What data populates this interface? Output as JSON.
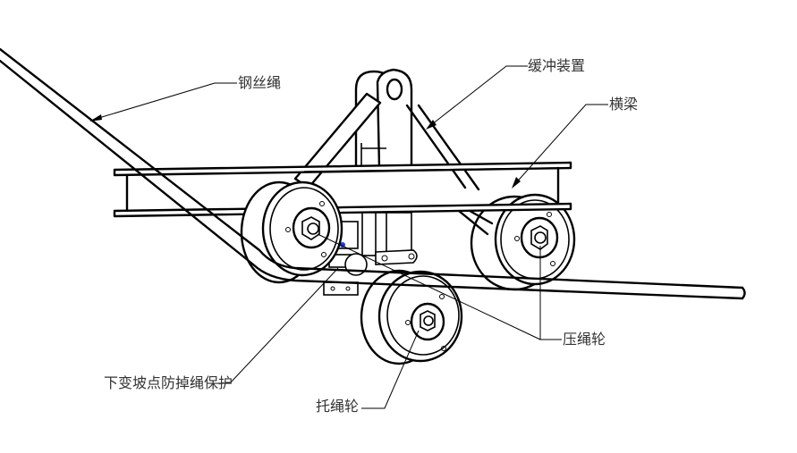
{
  "diagram": {
    "type": "mechanical assembly drawing",
    "labels": {
      "wire_rope": "钢丝绳",
      "buffer_device": "缓冲装置",
      "cross_beam": "横梁",
      "pressure_wheel": "压绳轮",
      "anti_derail_guard": "下变坡点防掉绳保护",
      "support_wheel": "托绳轮"
    },
    "colors": {
      "line": "#000000",
      "label_text": "#333333",
      "accent_pin": "#1f3fd6",
      "background": "#ffffff"
    }
  }
}
